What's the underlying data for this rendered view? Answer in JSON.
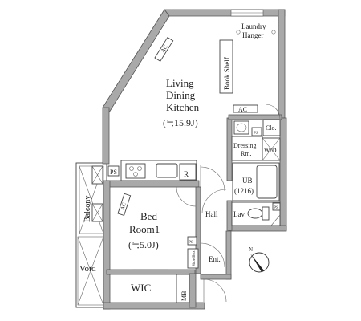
{
  "rooms": {
    "living": {
      "line1": "Living",
      "line2": "Dining",
      "line3": "Kitchen",
      "area": "(≒15.9J)"
    },
    "bedroom": {
      "line1": "Bed",
      "line2": "Room1",
      "area": "(≒5.0J)"
    },
    "bath": {
      "line1": "UB",
      "line2": "(1216)"
    },
    "dressing": {
      "line1": "Dressing",
      "line2": "Rm."
    },
    "laundry": {
      "line1": "Laundry",
      "line2": "Hanger"
    }
  },
  "labels": {
    "balcony": "Balcony",
    "void": "Void",
    "wic": "WIC",
    "mb": "MB",
    "hall": "Hall",
    "lav": "Lav.",
    "ent": "Ent.",
    "clo": "Clo.",
    "wd": "W/D",
    "book_shelf": "Book Shelf",
    "shoe_box": "Shoe Box",
    "ps": "PS",
    "ac": "AC",
    "fridge": "R",
    "north": "N"
  }
}
